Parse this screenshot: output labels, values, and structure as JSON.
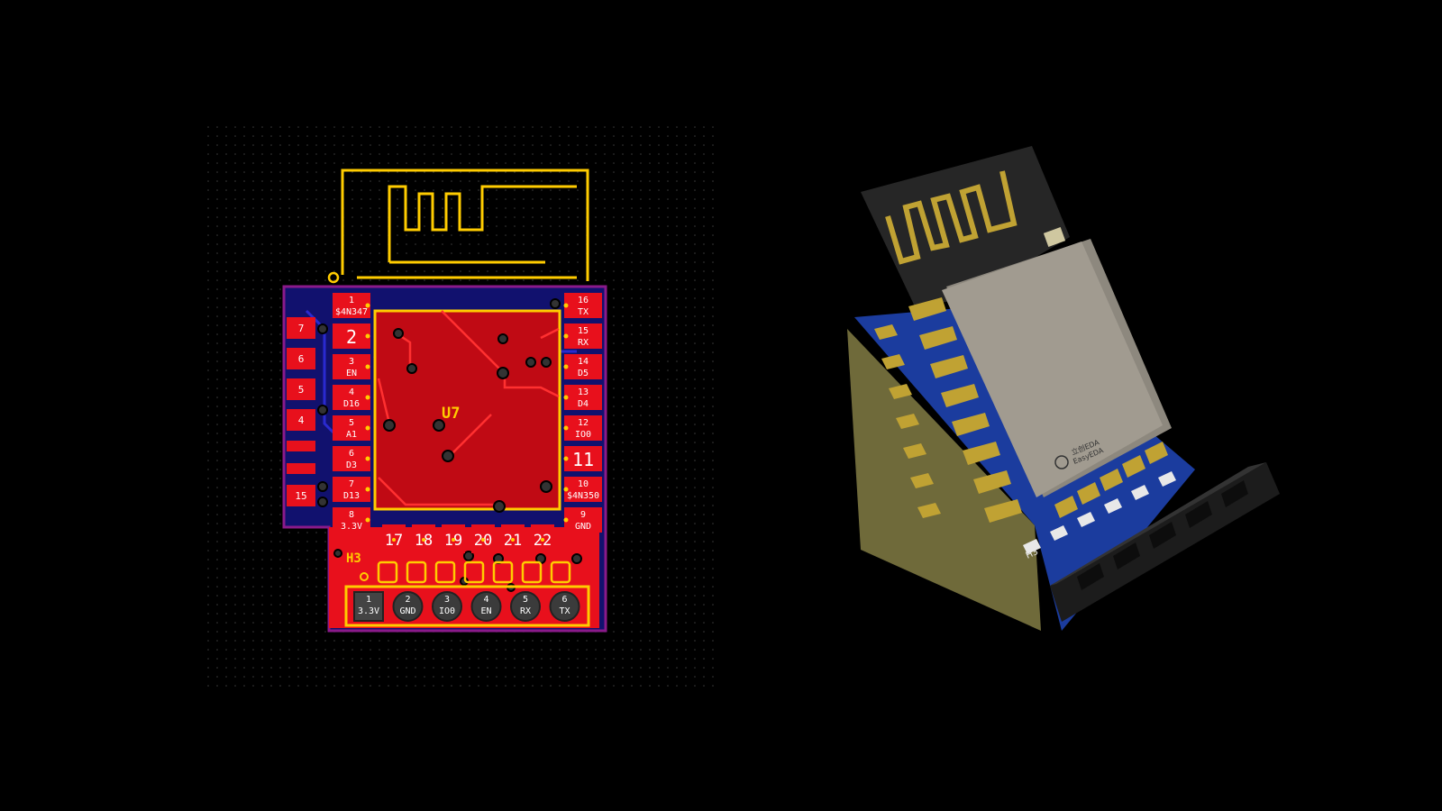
{
  "app": "PCB editor",
  "colors": {
    "background": "#000000",
    "top_copper": "#e8101c",
    "bottom_copper": "#0f0f8a",
    "silkscreen": "#ffcc00",
    "outline": "#8a1a8a",
    "pad_label": "#ffffff",
    "via": "#3a3a3a",
    "solder_mask_3d": "#1a3a9c",
    "shield_3d": "#9a958c"
  },
  "pcb_2d": {
    "designator_module": "U7",
    "designator_header": "H3",
    "left_castellations": [
      "7",
      "6",
      "5",
      "4",
      "15"
    ],
    "left_pads": [
      {
        "num": "1",
        "net": "$4N347"
      },
      {
        "num": "2",
        "net": ""
      },
      {
        "num": "3",
        "net": "EN"
      },
      {
        "num": "4",
        "net": "D16"
      },
      {
        "num": "5",
        "net": "A1"
      },
      {
        "num": "6",
        "net": "D3"
      },
      {
        "num": "7",
        "net": "D13"
      },
      {
        "num": "8",
        "net": "3.3V"
      }
    ],
    "right_pads": [
      {
        "num": "16",
        "net": "TX"
      },
      {
        "num": "15",
        "net": "RX"
      },
      {
        "num": "14",
        "net": "D5"
      },
      {
        "num": "13",
        "net": "D4"
      },
      {
        "num": "12",
        "net": "IO0"
      },
      {
        "num": "11",
        "net": ""
      },
      {
        "num": "10",
        "net": "$4N350"
      },
      {
        "num": "9",
        "net": "GND"
      }
    ],
    "bottom_pads": [
      "17",
      "18",
      "19",
      "20",
      "21",
      "22"
    ],
    "header_pins": [
      {
        "num": "1",
        "net": "3.3V"
      },
      {
        "num": "2",
        "net": "GND"
      },
      {
        "num": "3",
        "net": "IO0"
      },
      {
        "num": "4",
        "net": "EN"
      },
      {
        "num": "5",
        "net": "RX"
      },
      {
        "num": "6",
        "net": "TX"
      }
    ]
  },
  "pcb_3d": {
    "shield_text_line1": "立创EDA",
    "shield_text_line2": "EasyEDA",
    "designator": "H3"
  }
}
